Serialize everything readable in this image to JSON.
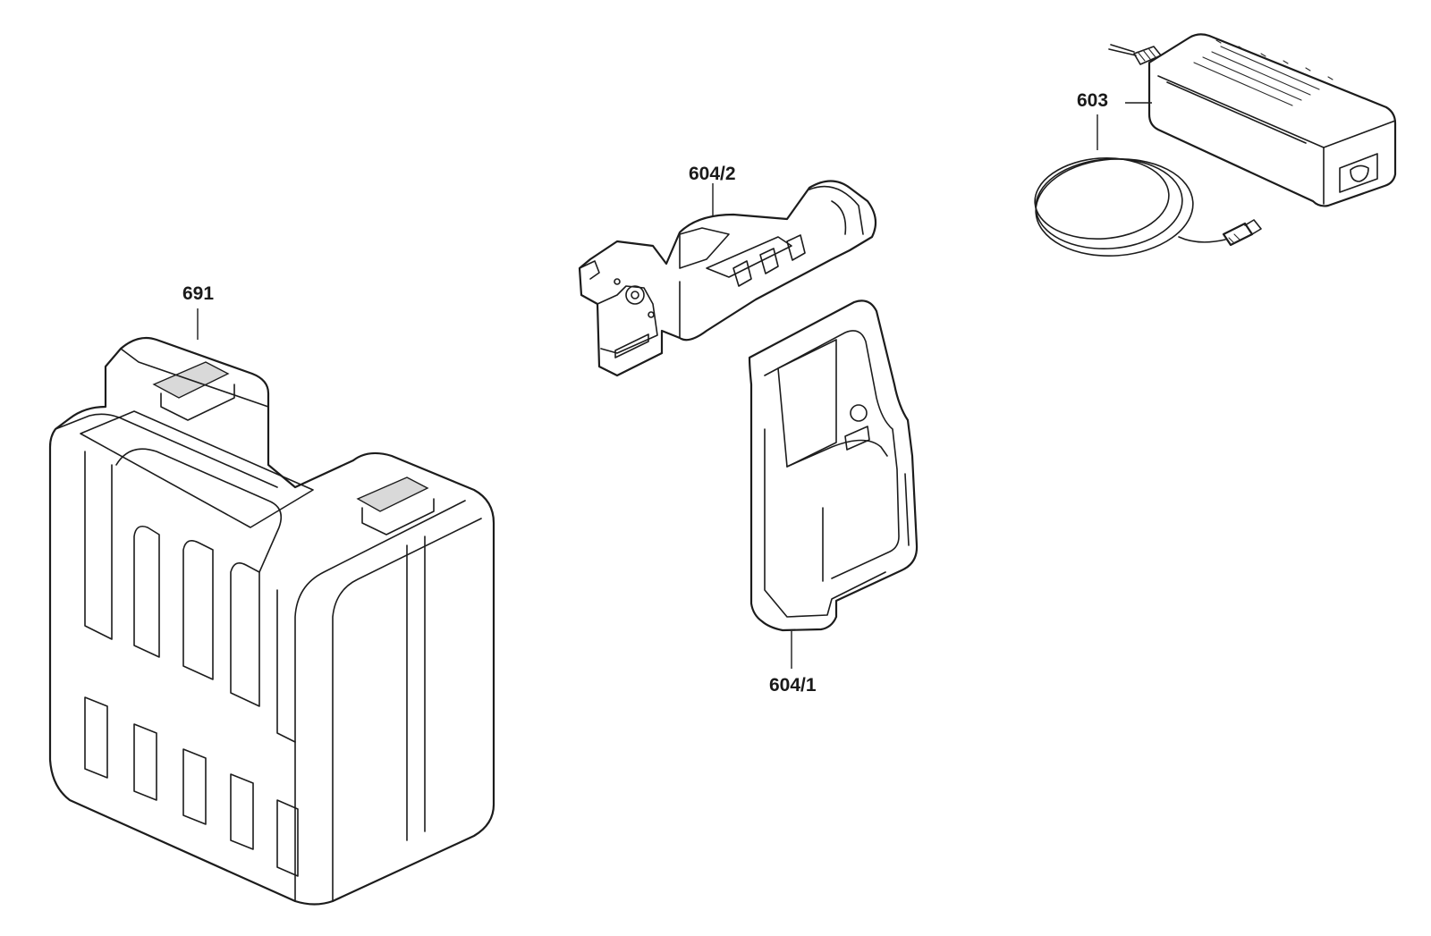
{
  "parts": [
    {
      "id": "carrying-case",
      "label": "691"
    },
    {
      "id": "holder",
      "label": "604/2"
    },
    {
      "id": "receiver-holder",
      "label": "604/1"
    },
    {
      "id": "charger",
      "label": "603"
    }
  ]
}
